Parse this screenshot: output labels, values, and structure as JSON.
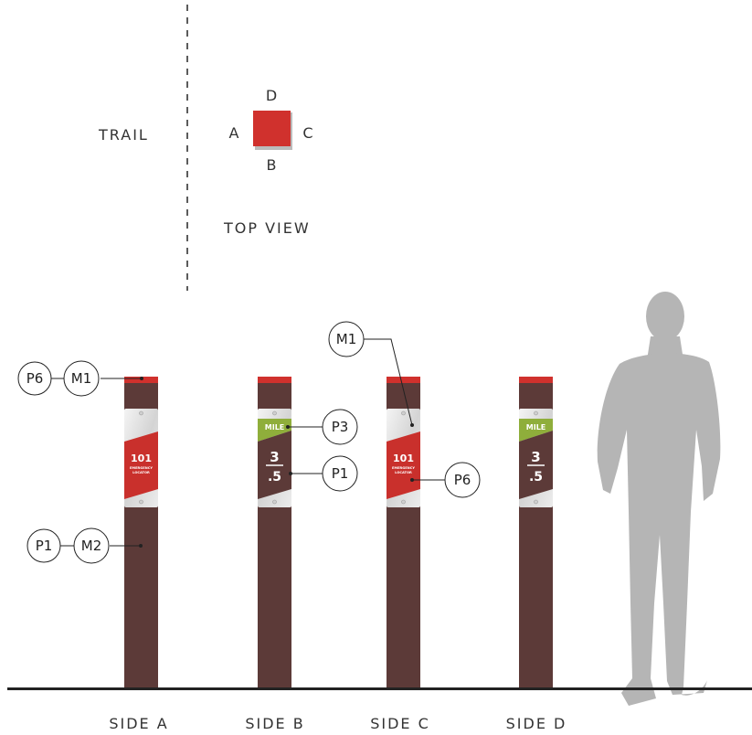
{
  "top_view": {
    "trail_label": "TRAIL",
    "side_a": "A",
    "side_b": "B",
    "side_c": "C",
    "side_d": "D",
    "view_label": "TOP VIEW"
  },
  "sides": {
    "a": "SIDE A",
    "b": "SIDE B",
    "c": "SIDE C",
    "d": "SIDE D"
  },
  "callouts": {
    "p6": "P6",
    "m1": "M1",
    "p1": "P1",
    "m2": "M2",
    "p3": "P3"
  },
  "panels": {
    "emergency_number": "101",
    "emergency_line1": "EMERGENCY",
    "emergency_line2": "LOCATOR",
    "mile_label": "MILE",
    "mile_whole": "3",
    "mile_fraction": ".5"
  },
  "colors": {
    "post": "#5c3a38",
    "cap": "#d0312d",
    "panel_red": "#c9302c",
    "panel_green": "#8fae3b",
    "panel_dark": "#5c3a38",
    "silhouette": "#b5b5b5",
    "ground": "#222222"
  }
}
